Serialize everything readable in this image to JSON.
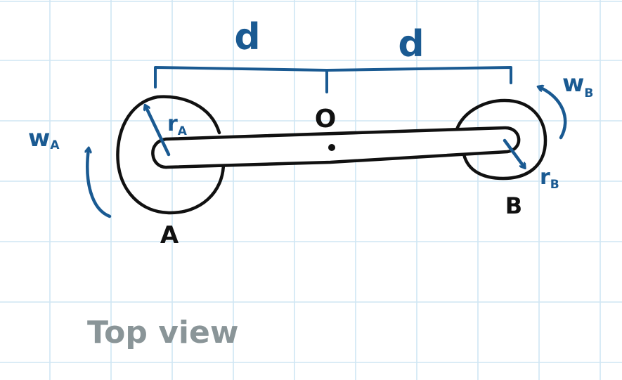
{
  "colors": {
    "grid": "#cfe6f3",
    "blue_ink": "#1a5a92",
    "black_ink": "#111111",
    "gray_ink": "#8a9598",
    "paper": "#ffffff"
  },
  "labels": {
    "distance_left": "d",
    "distance_right": "d",
    "pivot": "O",
    "wheel_a": "A",
    "wheel_b": "B",
    "omega_a_main": "w",
    "omega_a_sub": "A",
    "omega_b_main": "w",
    "omega_b_sub": "B",
    "radius_a_main": "r",
    "radius_a_sub": "A",
    "radius_b_main": "r",
    "radius_b_sub": "B",
    "caption": "Top view"
  }
}
